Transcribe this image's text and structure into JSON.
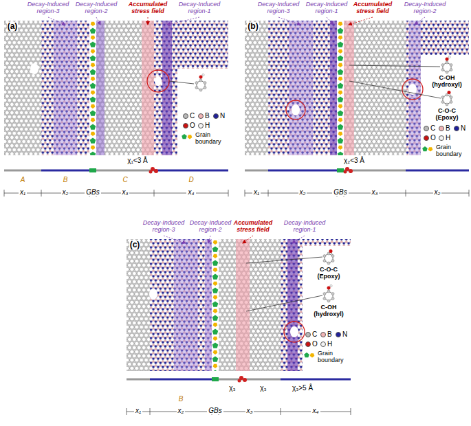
{
  "diagram": {
    "labels": [
      "(a)",
      "Decay-Induced region-3",
      "Decay-Induced region-2",
      "Accumulated stress field",
      "Decay-Induced region-1",
      "χ₁<3 Å",
      "A",
      "B",
      "C",
      "D",
      "x₁",
      "x₂",
      "GBs",
      "x₃",
      "x₄",
      "(b)",
      "Decay-Induced region-3",
      "Decay-Induced region-1",
      "Accumulated stress field",
      "Decay-Induced region-2",
      "C-OH (hydroxyl)",
      "C-O-C (Epoxy)",
      "χ₂<3 Å",
      "x₁",
      "x₂",
      "GBs",
      "x₃",
      "x₂",
      "(c)",
      "Decay-Induced region-3",
      "Decay-Induced region-2",
      "Accumulated stress field",
      "Decay-Induced region-1",
      "C-O-C (Epoxy)",
      "C-OH (hydroxyl)",
      "χ₃",
      "χ₃",
      "χ₃>5 Å",
      "B",
      "x₁",
      "x₂",
      "GBs",
      "x₃",
      "x₄"
    ],
    "legend": [
      {
        "text": "C",
        "color": "#b8b8b8"
      },
      {
        "text": "B",
        "color": "#f0b4b4"
      },
      {
        "text": "N",
        "color": "#1f1f9a"
      },
      {
        "text": "O",
        "color": "#cc1010"
      },
      {
        "text": "H",
        "color": "#f4f4f4"
      },
      {
        "text": "Grain boundary"
      },
      {
        "text": "C",
        "color": "#b8b8b8"
      },
      {
        "text": "B",
        "color": "#f0b4b4"
      },
      {
        "text": "N",
        "color": "#1f1f9a"
      },
      {
        "text": "O",
        "color": "#cc1010"
      },
      {
        "text": "H",
        "color": "#f4f4f4"
      },
      {
        "text": "Grain boundary"
      },
      {
        "text": "C",
        "color": "#b8b8b8"
      },
      {
        "text": "B",
        "color": "#f0b4b4"
      },
      {
        "text": "N",
        "color": "#1f1f9a"
      },
      {
        "text": "O",
        "color": "#cc1010"
      },
      {
        "text": "H",
        "color": "#f4f4f4"
      },
      {
        "text": "Grain boundary"
      }
    ]
  }
}
